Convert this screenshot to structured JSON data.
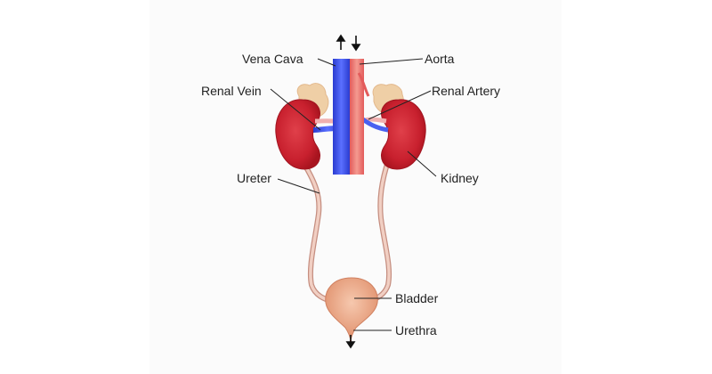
{
  "diagram": {
    "subject": "Human urinary system",
    "labels": {
      "vena_cava": "Vena Cava",
      "aorta": "Aorta",
      "renal_vein": "Renal Vein",
      "renal_artery": "Renal Artery",
      "ureter": "Ureter",
      "kidney": "Kidney",
      "bladder": "Bladder",
      "urethra": "Urethra"
    },
    "flow_arrows": {
      "vena_cava": "up",
      "aorta": "down",
      "urethra": "down"
    },
    "colors": {
      "background_panel": "#fbfbfb",
      "vein": "#3b4fe0",
      "artery": "#e8706e",
      "kidney": "#c8202e",
      "adrenal": "#efcfa6",
      "ureter": "#e8b9ab",
      "bladder": "#e89c78",
      "leader_line": "#222222"
    }
  }
}
